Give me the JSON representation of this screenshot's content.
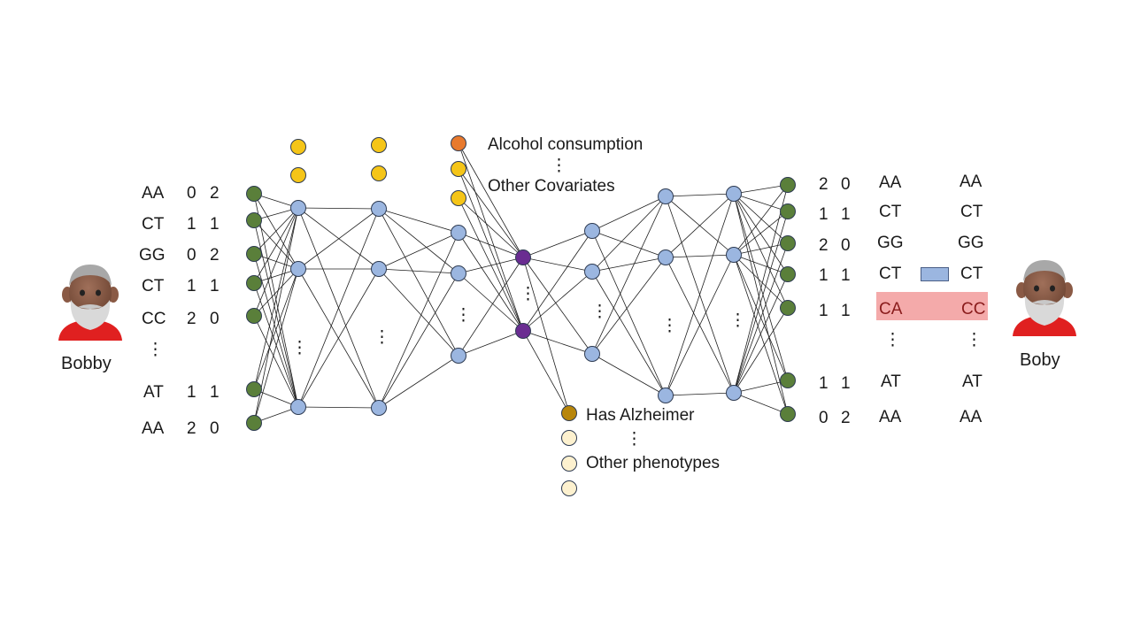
{
  "people": {
    "left_name": "Bobby",
    "right_name": "Boby"
  },
  "input_genotypes": [
    {
      "gt": "AA",
      "c1": "0",
      "c2": "2"
    },
    {
      "gt": "CT",
      "c1": "1",
      "c2": "1"
    },
    {
      "gt": "GG",
      "c1": "0",
      "c2": "2"
    },
    {
      "gt": "CT",
      "c1": "1",
      "c2": "1"
    },
    {
      "gt": "CC",
      "c1": "2",
      "c2": "0"
    },
    {
      "gt": "AT",
      "c1": "1",
      "c2": "1"
    },
    {
      "gt": "AA",
      "c1": "2",
      "c2": "0"
    }
  ],
  "output_rows": [
    {
      "c1": "2",
      "c2": "0",
      "recon": "AA",
      "orig": "AA"
    },
    {
      "c1": "1",
      "c2": "1",
      "recon": "CT",
      "orig": "CT"
    },
    {
      "c1": "2",
      "c2": "0",
      "recon": "GG",
      "orig": "GG"
    },
    {
      "c1": "1",
      "c2": "1",
      "recon": "CT",
      "orig": "CT"
    },
    {
      "c1": "1",
      "c2": "1",
      "recon": "CA",
      "orig": "CC"
    },
    {
      "c1": "1",
      "c2": "1",
      "recon": "AT",
      "orig": "AT"
    },
    {
      "c1": "0",
      "c2": "2",
      "recon": "AA",
      "orig": "AA"
    }
  ],
  "covariates": {
    "first_label": "Alcohol consumption",
    "other_label": "Other Covariates"
  },
  "phenotypes": {
    "first_label": "Has Alzheimer",
    "other_label": "Other phenotypes"
  },
  "ellipsis": "⋮",
  "colors": {
    "input_node": "#5a7f3a",
    "hidden_node": "#9bb6e0",
    "covariate_node": "#f5c518",
    "alcohol_node": "#e87a2e",
    "latent_node": "#6a2c91",
    "alzheimer_node": "#b8860b",
    "phenotype_node": "#fdf1cf",
    "mismatch_highlight": "#f4aaaa"
  }
}
